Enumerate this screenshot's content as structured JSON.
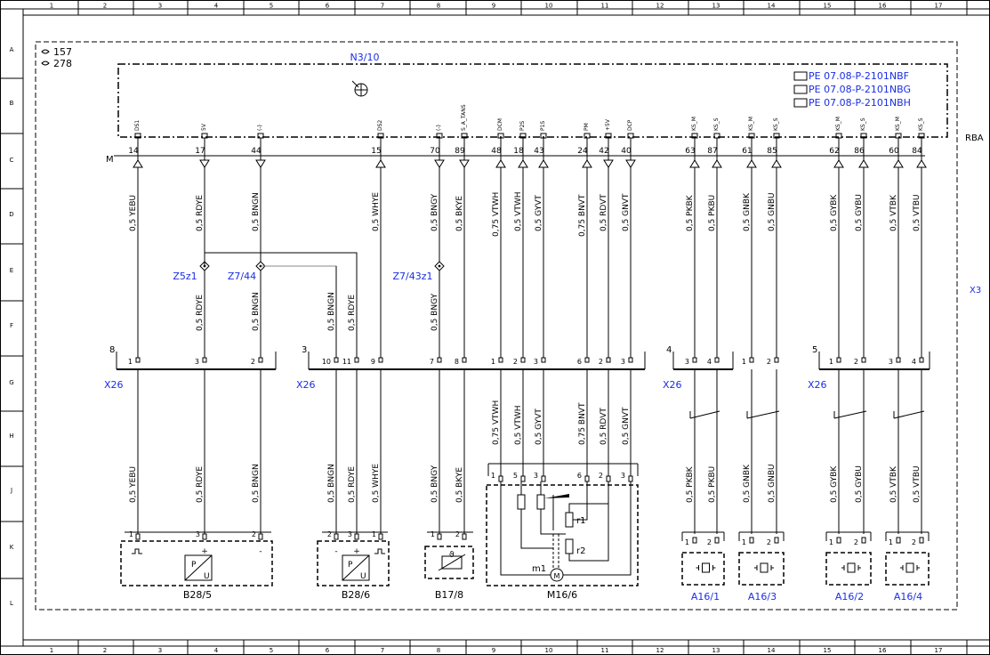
{
  "col_labels": [
    "1",
    "2",
    "3",
    "4",
    "5",
    "6",
    "7",
    "8",
    "9",
    "10",
    "11",
    "12",
    "13",
    "14",
    "15",
    "16",
    "17"
  ],
  "row_labels": [
    "A",
    "B",
    "C",
    "D",
    "E",
    "F",
    "G",
    "H",
    "J",
    "K",
    "L"
  ],
  "refs": [
    "157",
    "278"
  ],
  "module": {
    "name": "N3/10",
    "rb": "RBA",
    "x3": "X3"
  },
  "pe_refs": [
    "PE 07.08-P-2101NBF",
    "PE 07.08-P-2101NBG",
    "PE 07.08-P-2101NBH"
  ],
  "m_label": "M",
  "pins_top": [
    {
      "sig": "DS1",
      "pin": "14",
      "wire": "0,5 YEBU"
    },
    {
      "sig": "5V",
      "pin": "17",
      "wire": "0,5 RDYE"
    },
    {
      "sig": "(-)",
      "pin": "44",
      "wire": "0,5 BNGN"
    },
    {
      "sig": "DS2",
      "pin": "15",
      "wire": "0,5 WHYE"
    },
    {
      "sig": "(-)",
      "pin": "70",
      "wire": "0,5 BNGY"
    },
    {
      "sig": "S_A_TANS",
      "pin": "89",
      "wire": "0,5 BKYE"
    },
    {
      "sig": "DCM",
      "pin": "48",
      "wire": "0,75 VTWH"
    },
    {
      "sig": "P2S",
      "pin": "18",
      "wire": "0,5 VTWH"
    },
    {
      "sig": "P1S",
      "pin": "43",
      "wire": "0,5 GYVT"
    },
    {
      "sig": "PM",
      "pin": "24",
      "wire": "0,75 BNVT"
    },
    {
      "sig": "+5V",
      "pin": "42",
      "wire": "0,5 RDVT"
    },
    {
      "sig": "DCP",
      "pin": "40",
      "wire": "0,5 GNVT"
    },
    {
      "sig": "KS_M",
      "pin": "63",
      "wire": "0,5 PKBK"
    },
    {
      "sig": "KS_S",
      "pin": "87",
      "wire": "0,5 PKBU"
    },
    {
      "sig": "KS_M",
      "pin": "61",
      "wire": "0,5 GNBK"
    },
    {
      "sig": "KS_S",
      "pin": "85",
      "wire": "0,5 GNBU"
    },
    {
      "sig": "KS_M",
      "pin": "62",
      "wire": "0,5 GYBK"
    },
    {
      "sig": "KS_S",
      "pin": "86",
      "wire": "0,5 GYBU"
    },
    {
      "sig": "KS_M",
      "pin": "60",
      "wire": "0,5 VTBK"
    },
    {
      "sig": "KS_S",
      "pin": "84",
      "wire": "0,5 VTBU"
    }
  ],
  "splices": [
    "Z5z1",
    "Z7/44",
    "Z7/43z1"
  ],
  "mid_wires": [
    "0,5 RDYE",
    "0,5 BNGN",
    "0,5 BNGN",
    "0,5 RDYE",
    "0,5 BNGY"
  ],
  "connector_label": "X26",
  "connector_numbers": [
    "8",
    "3",
    "4",
    "5"
  ],
  "connector_pins": [
    "1",
    "3",
    "2",
    "10",
    "11",
    "9",
    "7",
    "8",
    "1",
    "2",
    "3",
    "6",
    "2",
    "3",
    "3",
    "4",
    "1",
    "2",
    "1",
    "2",
    "3",
    "4"
  ],
  "lower_wires": [
    "0,75 VTWH",
    "0,5 VTWH",
    "0,5 GYVT",
    "0,75 BNVT",
    "0,5 RDVT",
    "0,5 GNVT"
  ],
  "bottom_wires": [
    "0,5 YEBU",
    "0,5 RDYE",
    "0,5 BNGN",
    "0,5 BNGN",
    "0,5 RDYE",
    "0,5 WHYE",
    "0,5 BNGY",
    "0,5 BKYE",
    "0,5 PKBK",
    "0,5 PKBU",
    "0,5 GNBK",
    "0,5 GNBU",
    "0,5 GYBK",
    "0,5 GYBU",
    "0,5 VTBK",
    "0,5 VTBU"
  ],
  "components": [
    {
      "name": "B28/5",
      "pins": [
        "1",
        "3",
        "2"
      ],
      "marks": [
        "+",
        "-"
      ]
    },
    {
      "name": "B28/6",
      "pins": [
        "2",
        "3",
        "1"
      ],
      "marks": [
        "-",
        "+"
      ]
    },
    {
      "name": "B17/8",
      "pins": [
        "1",
        "2"
      ]
    },
    {
      "name": "M16/6",
      "pins": [
        "1",
        "5",
        "3",
        "6",
        "2",
        "3"
      ],
      "parts": [
        "r1",
        "r2",
        "m1"
      ]
    },
    {
      "name": "A16/1",
      "pins": [
        "1",
        "2"
      ]
    },
    {
      "name": "A16/3",
      "pins": [
        "1",
        "2"
      ]
    },
    {
      "name": "A16/2",
      "pins": [
        "1",
        "2"
      ]
    },
    {
      "name": "A16/4",
      "pins": [
        "1",
        "2"
      ]
    }
  ],
  "sensor_text": {
    "p": "P",
    "u": "U",
    "theta": "ϑ",
    "motor": "M"
  },
  "colors": {
    "blue": "#1a2ee6",
    "black": "#000000",
    "gray": "#8a8a8a"
  }
}
